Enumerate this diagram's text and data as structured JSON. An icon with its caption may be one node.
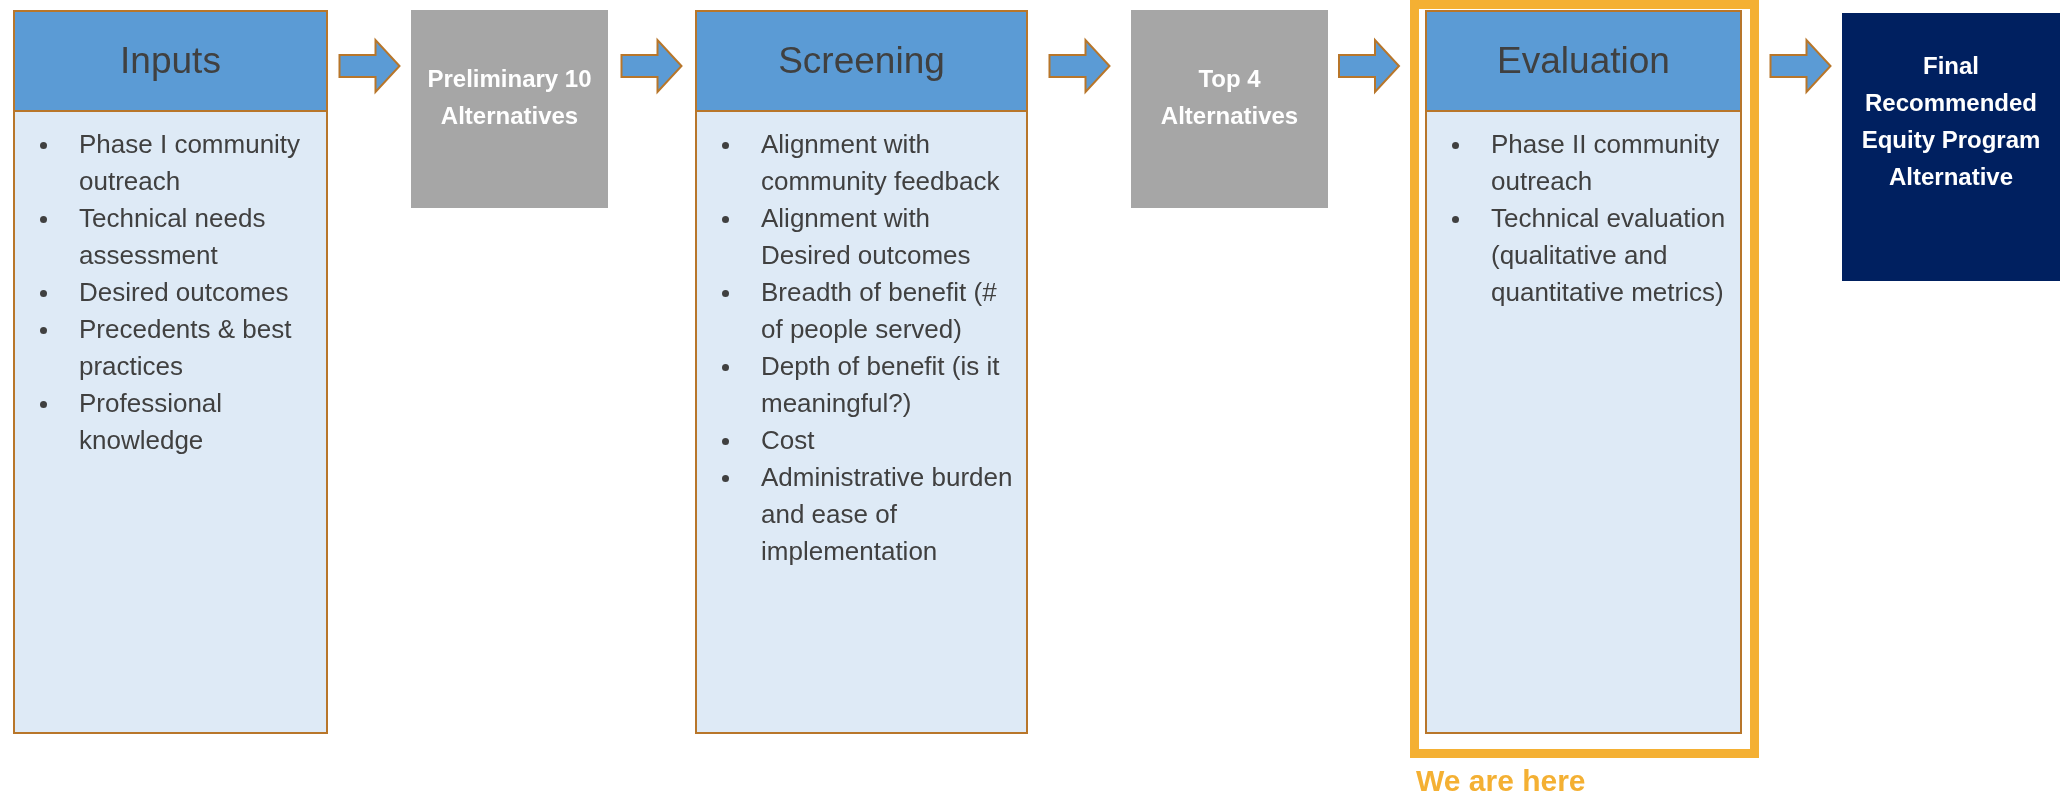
{
  "diagram": {
    "nodes": [
      {
        "text": [
          "Inputs",
          "Phase I community outreach",
          "Technical needs assessment",
          "Desired outcomes",
          "Precedents & best practices",
          "Professional knowledge"
        ]
      },
      {
        "text": [
          "Preliminary 10 Alternatives"
        ]
      },
      {
        "text": [
          "Screening",
          "Alignment with community feedback",
          "Alignment with Desired outcomes",
          "Breadth of benefit (# of people served)",
          "Depth of benefit (is it meaningful?)",
          "Cost",
          "Administrative burden and ease of implementation"
        ]
      },
      {
        "text": [
          "Top 4 Alternatives"
        ]
      },
      {
        "text": [
          "We are here"
        ]
      },
      {
        "text": [
          "Evaluation",
          "Phase II community outreach",
          "Technical evaluation (qualitative and quantitative metrics)"
        ],
        "in": 4
      },
      {
        "text": [
          "Final Recommended Equity Program Alternative"
        ]
      }
    ],
    "edges": [
      {
        "from": 0,
        "to": 1,
        "arrow": "to"
      },
      {
        "from": 1,
        "to": 2,
        "arrow": "to"
      },
      {
        "from": 2,
        "to": 3,
        "arrow": "to"
      },
      {
        "from": 3,
        "to": 4,
        "arrow": "to"
      },
      {
        "from": 4,
        "to": 6,
        "arrow": "to"
      }
    ]
  }
}
